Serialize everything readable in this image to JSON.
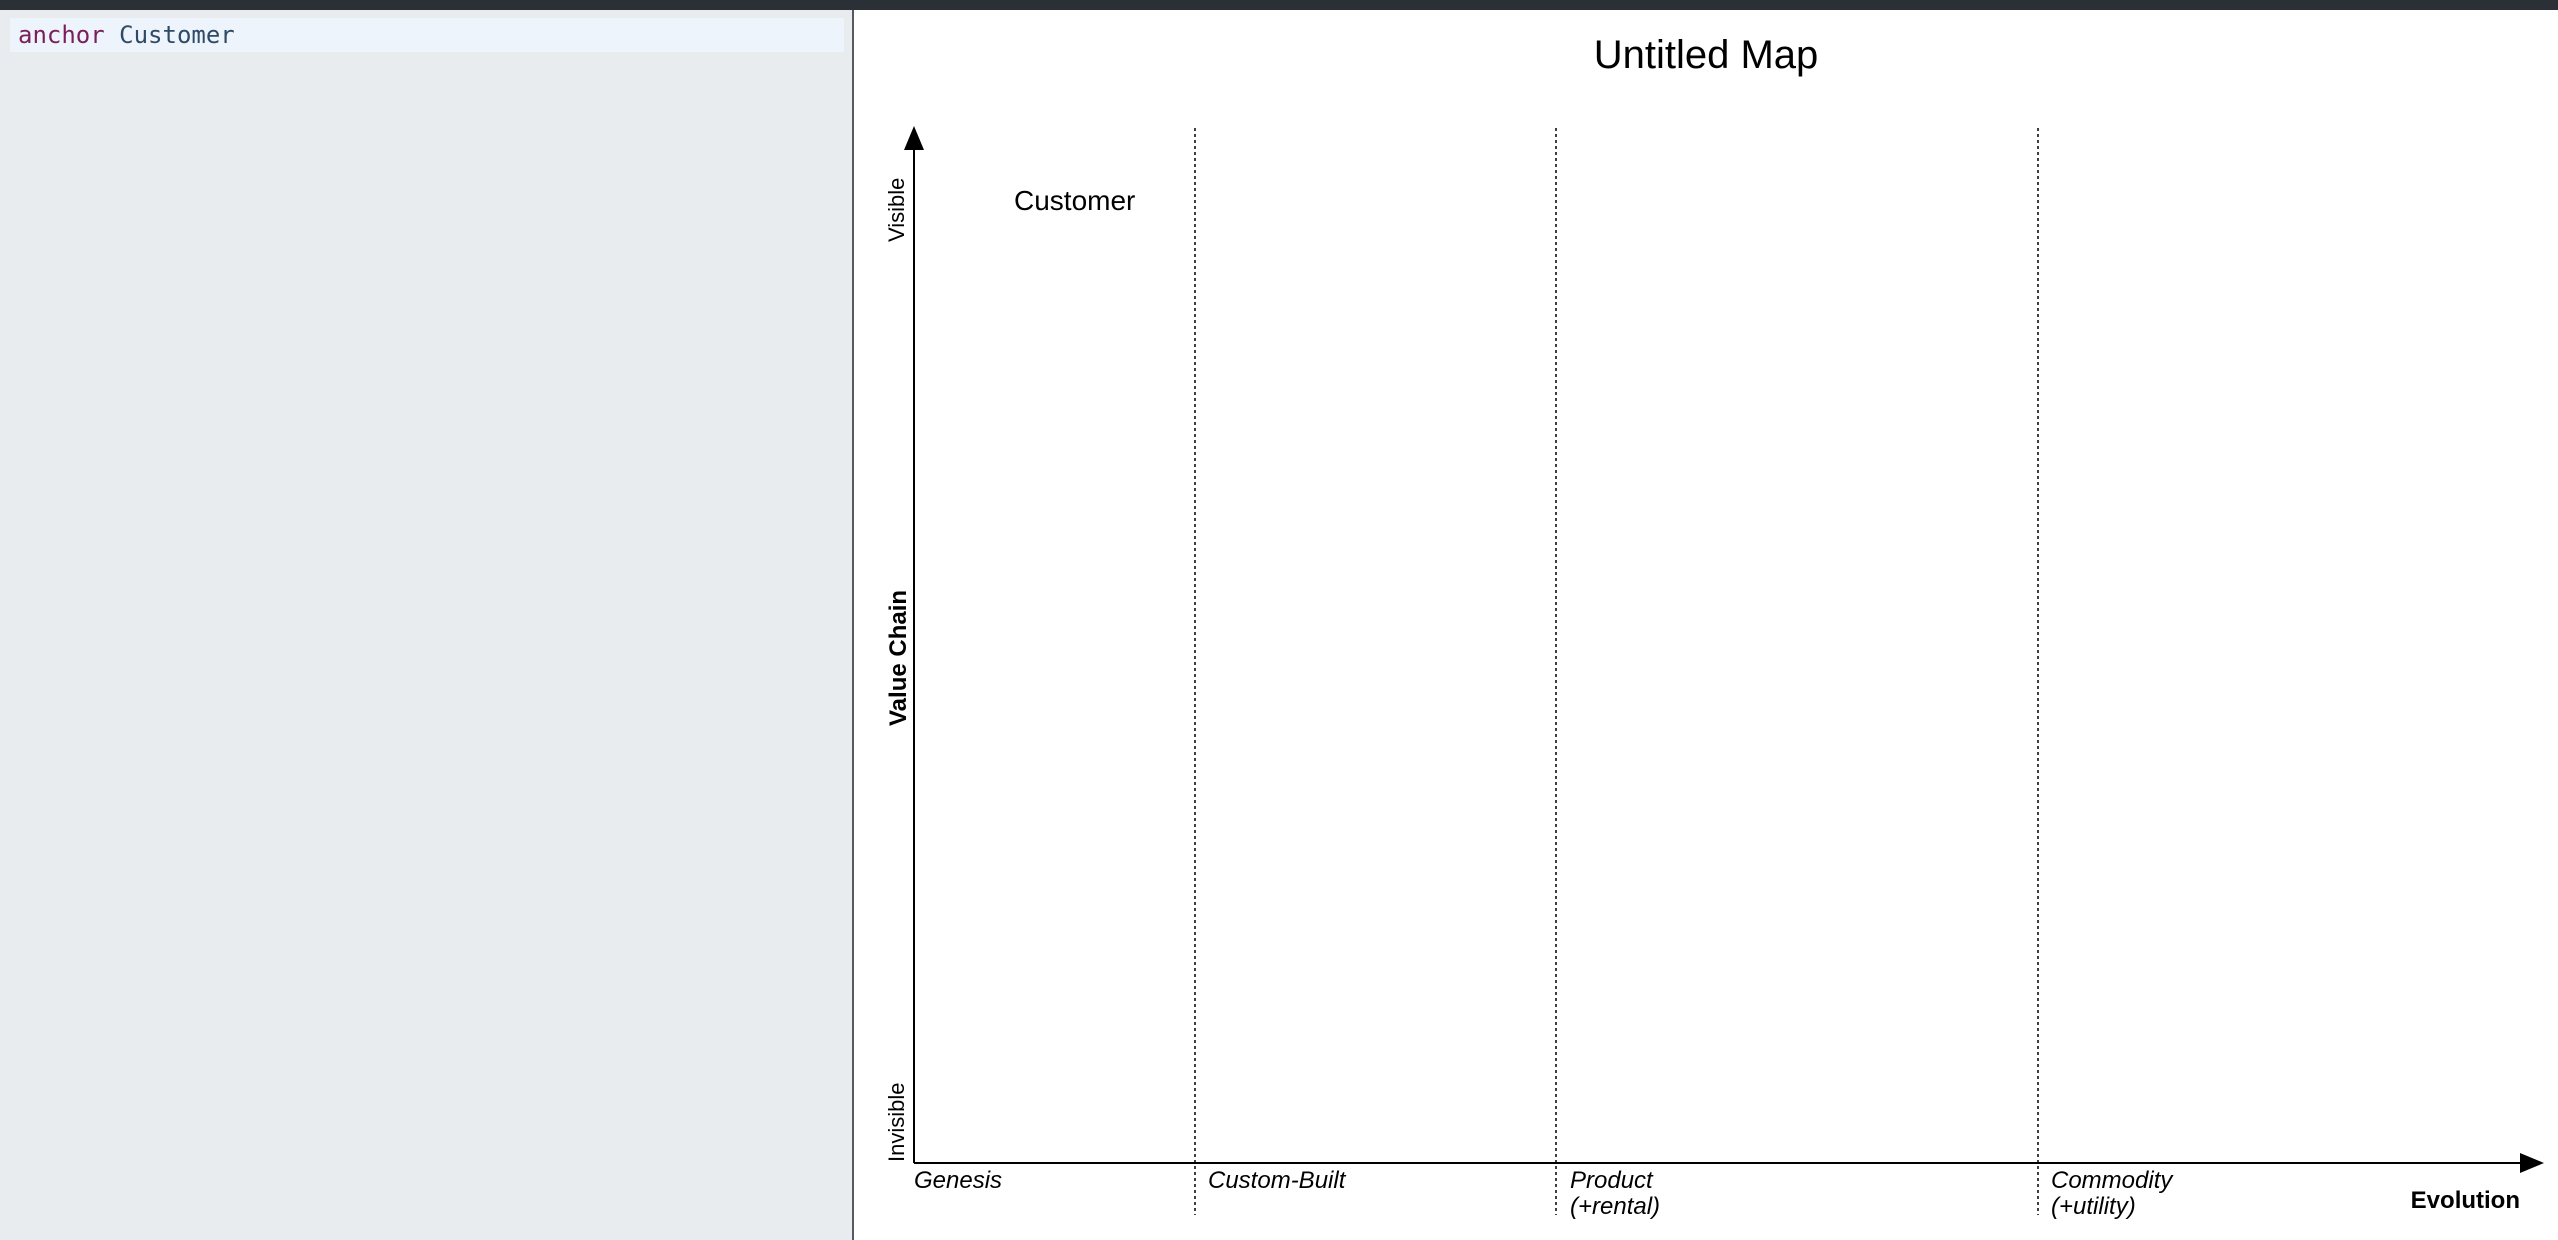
{
  "editor": {
    "lines": [
      {
        "keyword": "anchor",
        "value": "Customer"
      }
    ]
  },
  "map": {
    "title": "Untitled Map",
    "y_axis": {
      "label": "Value Chain",
      "top_label": "Visible",
      "bottom_label": "Invisible"
    },
    "x_axis": {
      "label": "Evolution",
      "stages": [
        {
          "line1": "Genesis",
          "line2": ""
        },
        {
          "line1": "Custom-Built",
          "line2": ""
        },
        {
          "line1": "Product",
          "line2": "(+rental)"
        },
        {
          "line1": "Commodity",
          "line2": "(+utility)"
        }
      ]
    },
    "components": [
      {
        "type": "anchor",
        "name": "Customer"
      }
    ]
  }
}
